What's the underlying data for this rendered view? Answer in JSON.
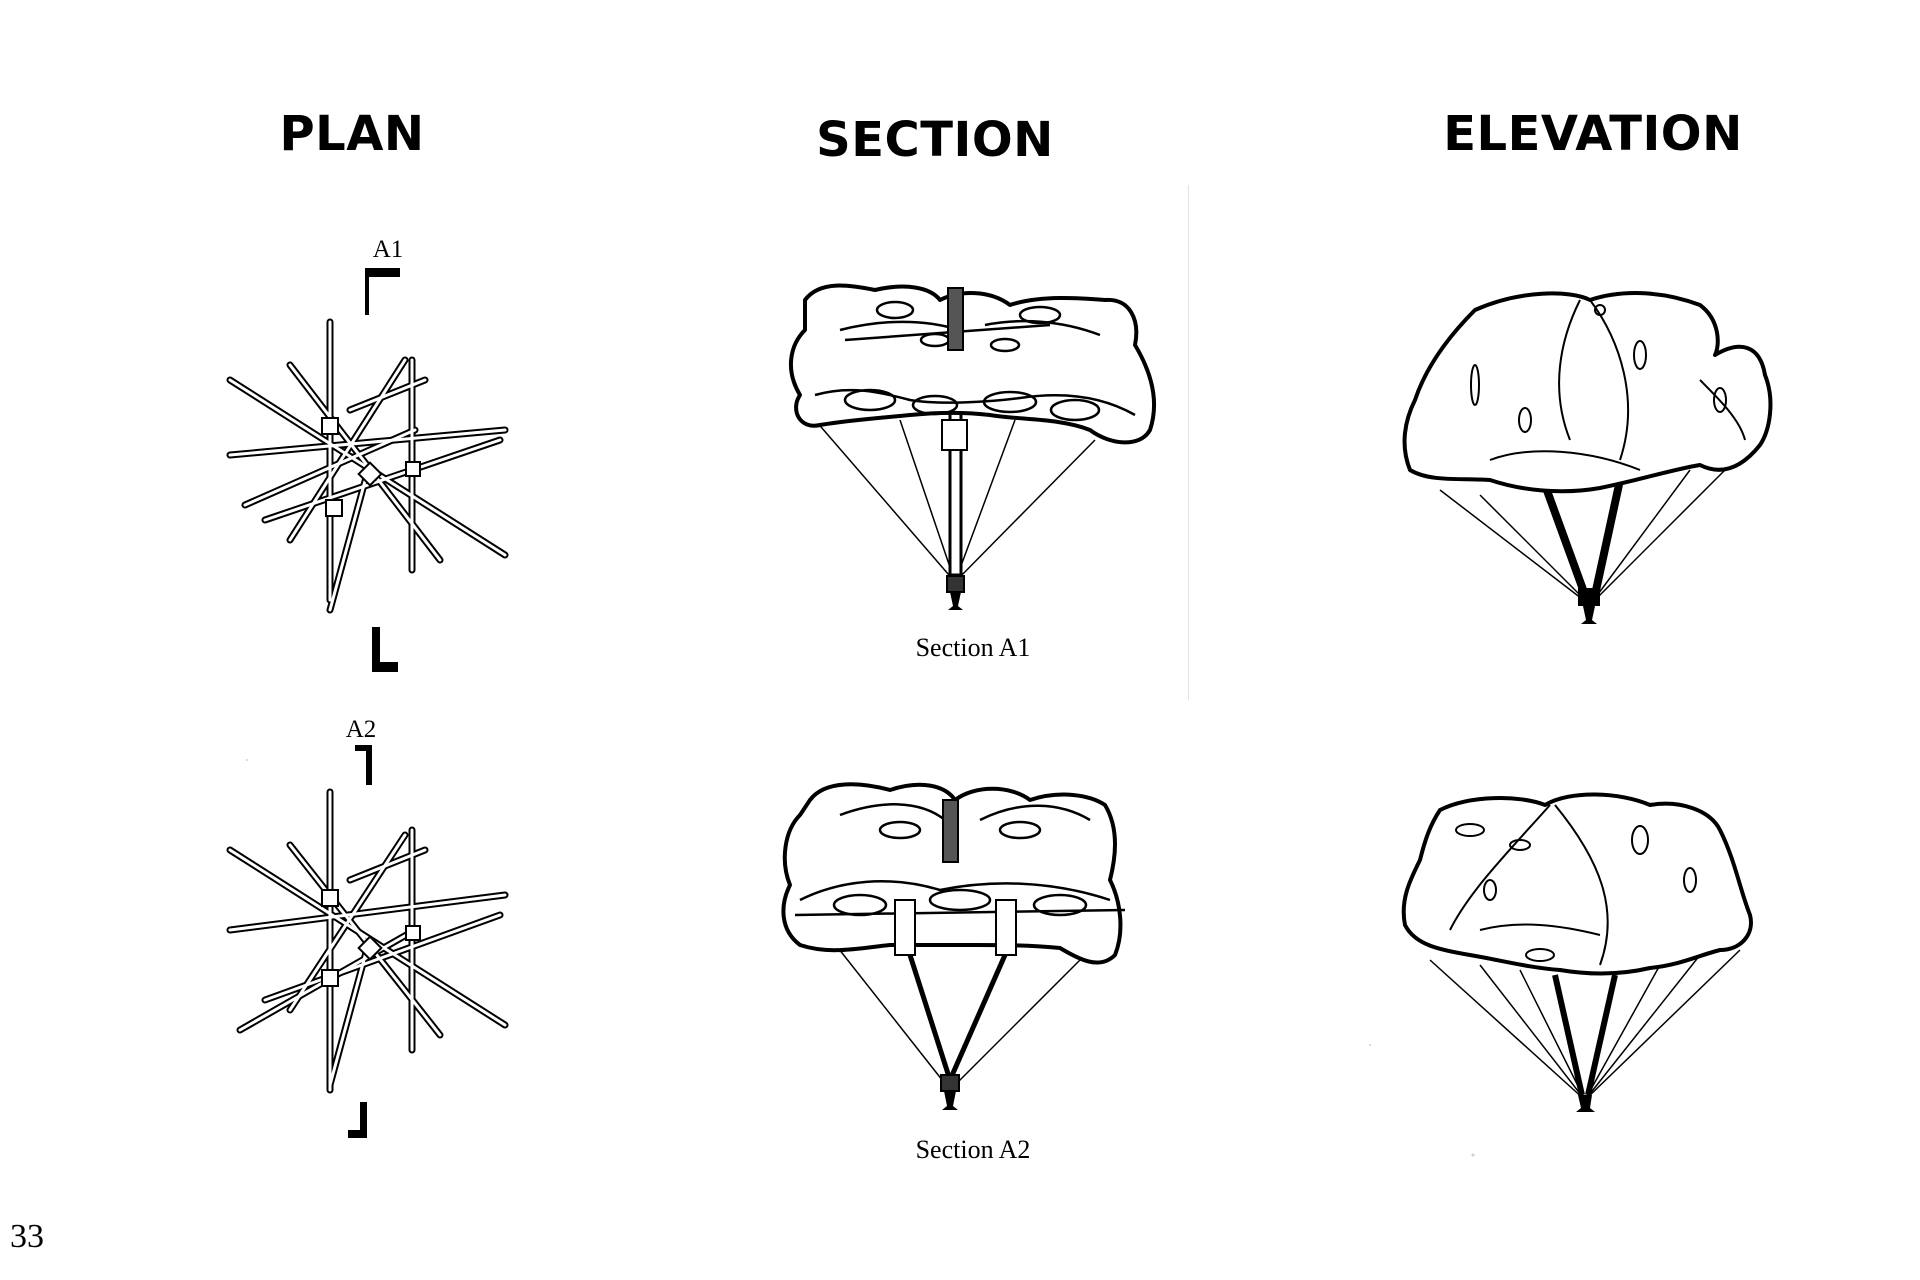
{
  "headings": {
    "plan": "PLAN",
    "section": "SECTION",
    "elevation": "ELEVATION"
  },
  "cut_labels": {
    "a1": "A1",
    "a2": "A2"
  },
  "captions": {
    "section_a1": "Section A1",
    "section_a2": "Section A2"
  },
  "page_number": "33"
}
